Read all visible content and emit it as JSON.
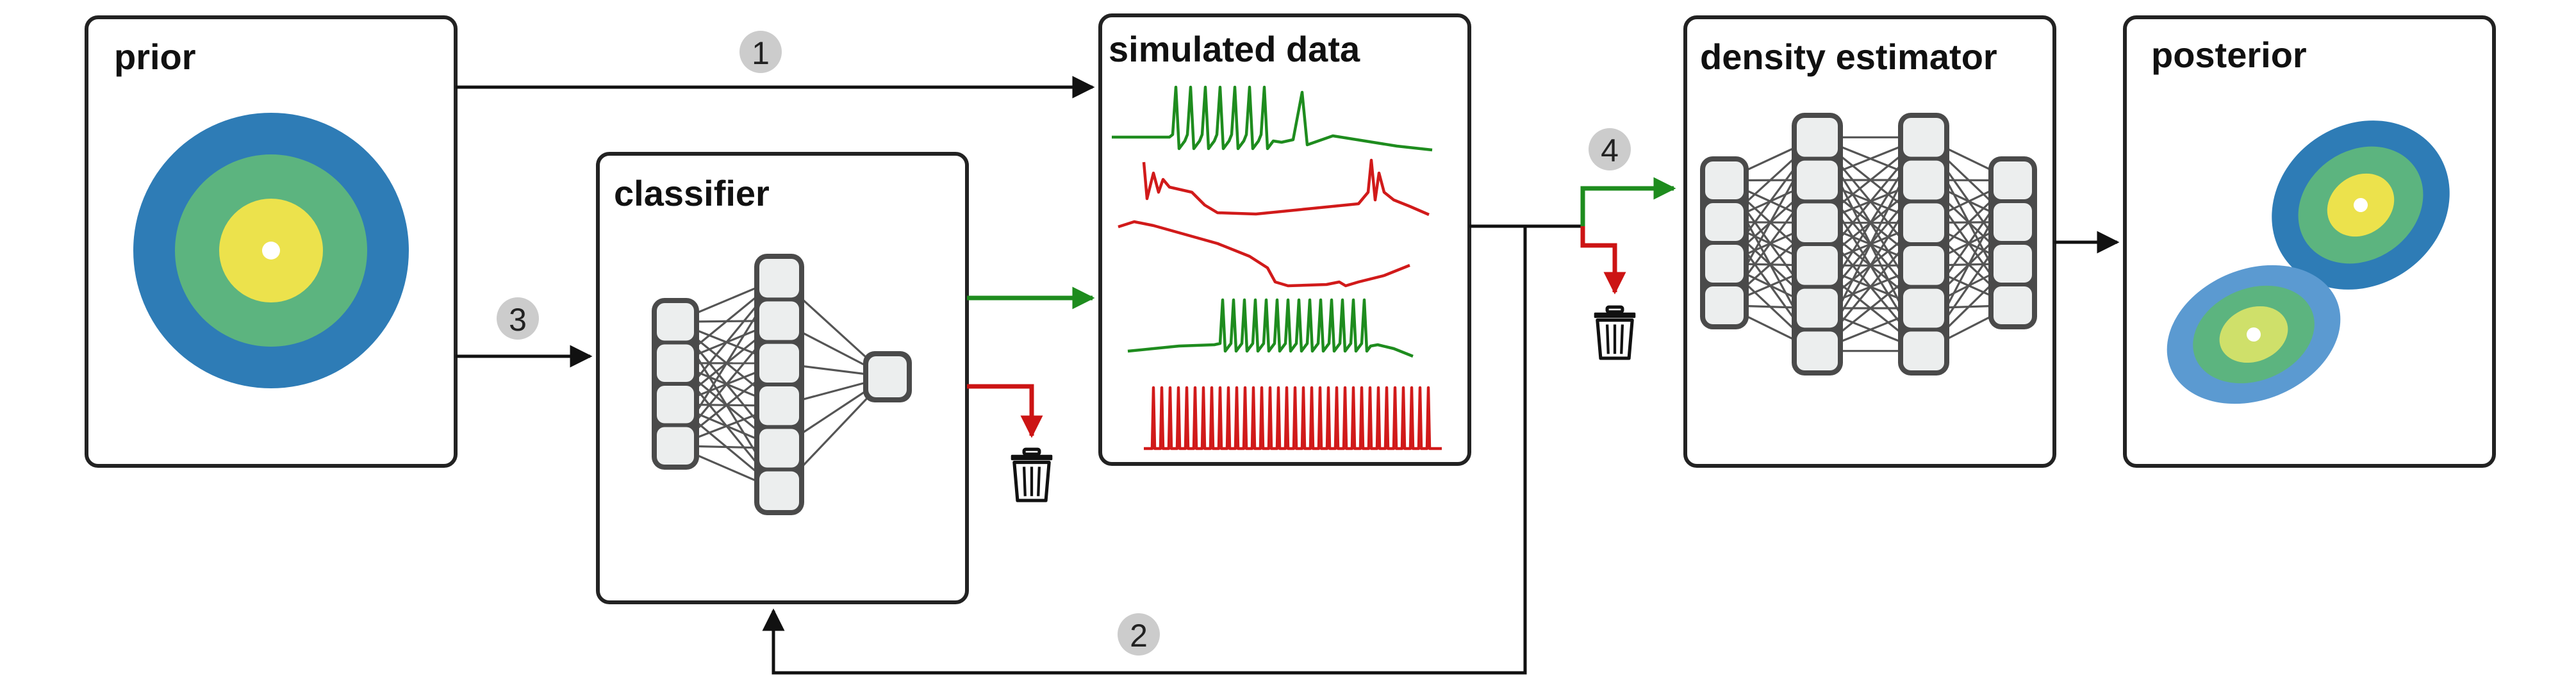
{
  "boxes": {
    "prior": "prior",
    "classifier": "classifier",
    "simulated": "simulated data",
    "density": "density estimator",
    "posterior": "posterior"
  },
  "steps": [
    "1",
    "2",
    "3",
    "4"
  ],
  "colors": {
    "blue": "#2e7cb6",
    "green": "#5cb47f",
    "yellow": "#ece24c",
    "accept": "#1e8c1e",
    "reject": "#cc1414",
    "badge": "#cccccc"
  },
  "icons": [
    "trash-icon"
  ]
}
